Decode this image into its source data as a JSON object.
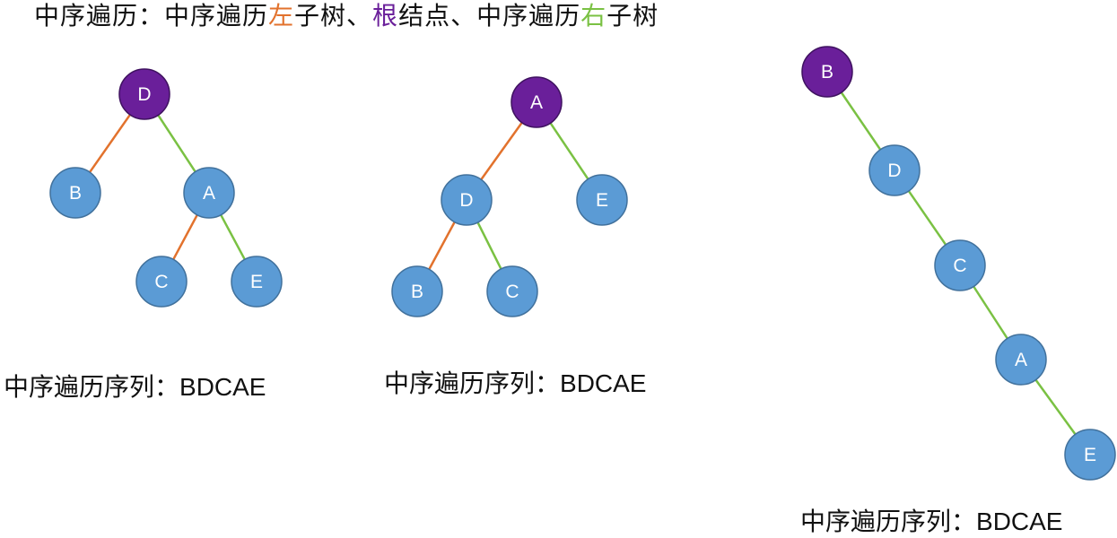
{
  "title": {
    "prefix": "中序遍历：中序遍历",
    "left": "左",
    "mid1": "子树、",
    "root": "根",
    "mid2": "结点、中序遍历",
    "right": "右",
    "suffix": "子树"
  },
  "colors": {
    "left": "#e2722d",
    "root": "#6a1f9a",
    "right": "#7ac143",
    "node": "#5b9bd5",
    "node_stroke": "#41719c",
    "root_stroke": "#3f1260"
  },
  "sequence_label": "中序遍历序列：",
  "trees": [
    {
      "sequence": "BDCAE",
      "nodes": [
        {
          "id": "D",
          "label": "D",
          "root": true
        },
        {
          "id": "B",
          "label": "B"
        },
        {
          "id": "A",
          "label": "A"
        },
        {
          "id": "C",
          "label": "C"
        },
        {
          "id": "E",
          "label": "E"
        }
      ],
      "edges": [
        {
          "from": "D",
          "to": "B",
          "side": "left"
        },
        {
          "from": "D",
          "to": "A",
          "side": "right"
        },
        {
          "from": "A",
          "to": "C",
          "side": "left"
        },
        {
          "from": "A",
          "to": "E",
          "side": "right"
        }
      ]
    },
    {
      "sequence": "BDCAE",
      "nodes": [
        {
          "id": "A",
          "label": "A",
          "root": true
        },
        {
          "id": "D",
          "label": "D"
        },
        {
          "id": "E",
          "label": "E"
        },
        {
          "id": "B",
          "label": "B"
        },
        {
          "id": "C",
          "label": "C"
        }
      ],
      "edges": [
        {
          "from": "A",
          "to": "D",
          "side": "left"
        },
        {
          "from": "A",
          "to": "E",
          "side": "right"
        },
        {
          "from": "D",
          "to": "B",
          "side": "left"
        },
        {
          "from": "D",
          "to": "C",
          "side": "right"
        }
      ]
    },
    {
      "sequence": "BDCAE",
      "nodes": [
        {
          "id": "B",
          "label": "B",
          "root": true
        },
        {
          "id": "D",
          "label": "D"
        },
        {
          "id": "C",
          "label": "C"
        },
        {
          "id": "A",
          "label": "A"
        },
        {
          "id": "E",
          "label": "E"
        }
      ],
      "edges": [
        {
          "from": "B",
          "to": "D",
          "side": "right"
        },
        {
          "from": "D",
          "to": "C",
          "side": "right"
        },
        {
          "from": "C",
          "to": "A",
          "side": "right"
        },
        {
          "from": "A",
          "to": "E",
          "side": "right"
        }
      ]
    }
  ]
}
